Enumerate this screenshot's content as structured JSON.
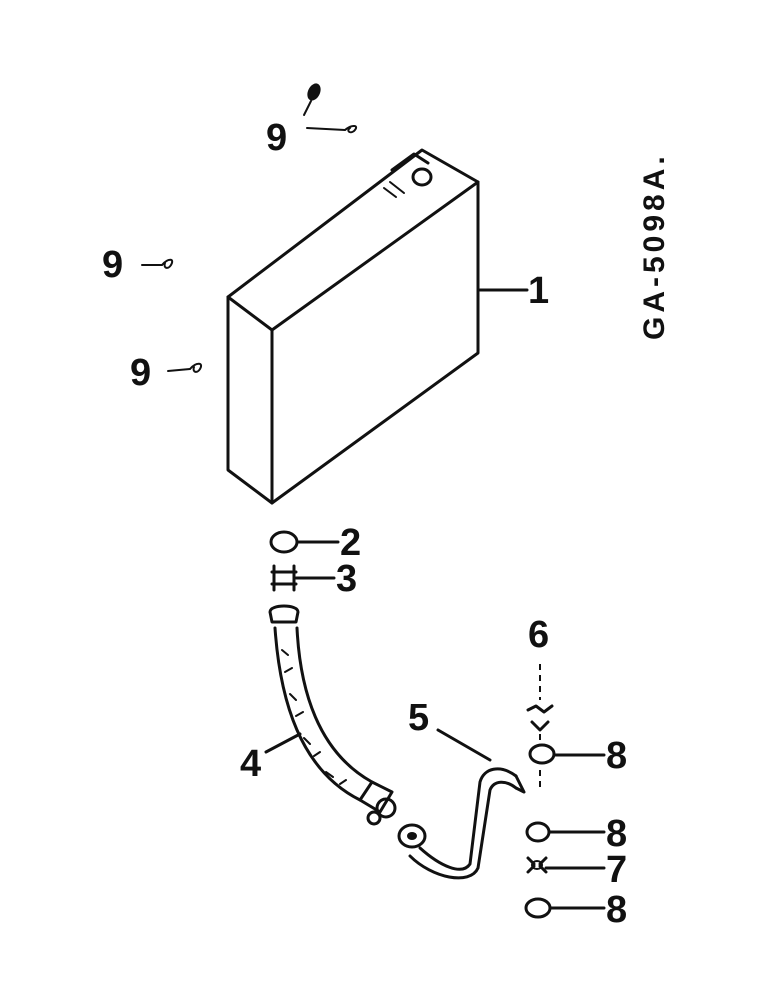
{
  "drawing": {
    "code": "GA-5098A.",
    "callouts": {
      "tank": "1",
      "washer": "2",
      "clamp": "3",
      "hose": "4",
      "tube": "5",
      "fitting": "6",
      "nut": "7",
      "seal_upper": "8",
      "seal_middle": "8",
      "seal_lower": "8",
      "pin_top": "9",
      "pin_left_upper": "9",
      "pin_left_lower": "9"
    }
  },
  "colors": {
    "ink": "#111111",
    "paper": "#ffffff"
  }
}
